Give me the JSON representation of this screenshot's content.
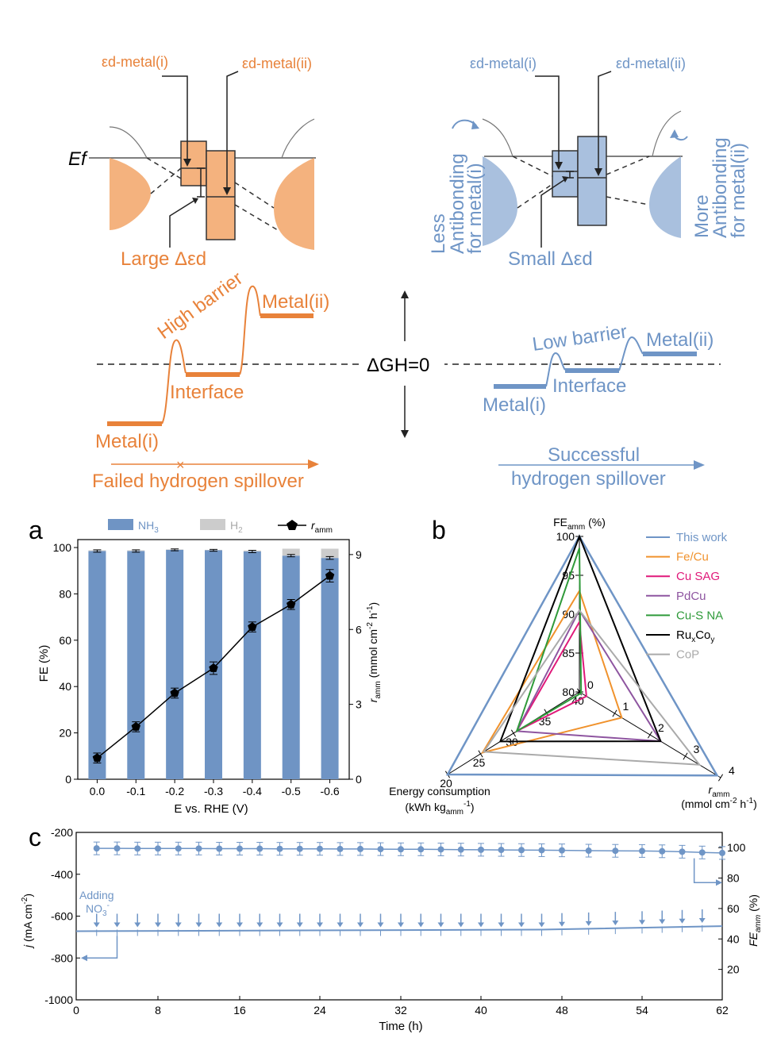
{
  "colors": {
    "orange": "#e8823a",
    "orange_fill": "#f4b27e",
    "blue": "#6f95c6",
    "blue_fill": "#a9c0de",
    "bar_blue": "#6f94c4",
    "bar_gray": "#cccccc",
    "black": "#000000"
  },
  "schematic": {
    "left": {
      "eps_i": "εd-metal(i)",
      "eps_ii": "εd-metal(ii)",
      "ef": "Ef",
      "delta_label": "Large Δεd",
      "barrier_label": "High barrier",
      "metal_ii": "Metal(ii)",
      "interface": "Interface",
      "metal_i": "Metal(i)",
      "result": "Failed hydrogen spillover"
    },
    "right": {
      "eps_i": "εd-metal(i)",
      "eps_ii": "εd-metal(ii)",
      "less_1": "Less",
      "less_2": "Antibonding",
      "less_3": "for metal(i)",
      "more_1": "More",
      "more_2": "Antibonding",
      "more_3": "for metal(ii)",
      "delta_label": "Small Δεd",
      "barrier_label": "Low barrier",
      "metal_ii": "Metal(ii)",
      "interface": "Interface",
      "metal_i": "Metal(i)",
      "result_1": "Successful",
      "result_2": "hydrogen spillover"
    },
    "center_label": "ΔGH=0"
  },
  "panel_letters": {
    "a": "a",
    "b": "b",
    "c": "c"
  },
  "chart_data": [
    {
      "id": "a",
      "type": "bar",
      "categories": [
        "0.0",
        "-0.1",
        "-0.2",
        "-0.3",
        "-0.4",
        "-0.5",
        "-0.6"
      ],
      "series": [
        {
          "name": "NH3",
          "values": [
            98.5,
            98.5,
            99.0,
            98.8,
            98.3,
            96.5,
            95.5
          ],
          "errors": [
            0.5,
            0.5,
            0.4,
            0.4,
            0.5,
            0.5,
            0.6
          ]
        },
        {
          "name": "H2",
          "values": [
            0.3,
            0.3,
            0.2,
            0.2,
            0.4,
            3.0,
            4.0
          ]
        }
      ],
      "line_series": {
        "name": "ramm",
        "values": [
          0.85,
          2.1,
          3.45,
          4.45,
          6.1,
          7.0,
          8.15
        ],
        "errors": [
          0.2,
          0.2,
          0.2,
          0.25,
          0.2,
          0.2,
          0.25
        ]
      },
      "xlabel": "E vs. RHE (V)",
      "ylabel": "FE (%)",
      "ylabel_right": "ramm (mmol cm-2 h-1)",
      "ylim": [
        0,
        100
      ],
      "ylim_right": [
        0,
        9.6
      ],
      "yticks": [
        0,
        20,
        40,
        60,
        80,
        100
      ],
      "yticks_right": [
        0,
        3,
        6,
        9
      ],
      "legend": [
        "NH3",
        "H2",
        "ramm"
      ]
    },
    {
      "id": "b",
      "type": "radar",
      "axes": [
        {
          "name": "FEamm (%)",
          "ticks": [
            "80",
            "85",
            "90",
            "95",
            "100"
          ],
          "range": [
            80,
            100
          ]
        },
        {
          "name": "ramm (mmol cm-2 h-1)",
          "ticks": [
            "0",
            "1",
            "2",
            "3",
            "4"
          ],
          "range": [
            0,
            4
          ]
        },
        {
          "name": "Energy consumption (kWh kgamm-1)",
          "ticks": [
            "40",
            "35",
            "30",
            "25",
            "20"
          ],
          "range": [
            40,
            20
          ]
        }
      ],
      "series": [
        {
          "name": "This work",
          "color": "#6f95c6",
          "values": [
            100,
            3.9,
            20.0
          ]
        },
        {
          "name": "Fe/Cu",
          "color": "#f0922c",
          "values": [
            93,
            1.2,
            25.3
          ]
        },
        {
          "name": "Cu SAG",
          "color": "#e0197a",
          "values": [
            89,
            0.2,
            30.5
          ]
        },
        {
          "name": "PdCu",
          "color": "#8e55a0",
          "values": [
            90.5,
            2.3,
            30.5
          ]
        },
        {
          "name": "Cu-S NA",
          "color": "#2f9a3a",
          "values": [
            98.5,
            0.05,
            30.5
          ]
        },
        {
          "name": "RuxCoy",
          "color": "#000000",
          "values": [
            100,
            2.3,
            28.0
          ]
        },
        {
          "name": "CoP",
          "color": "#aaaaaa",
          "values": [
            90.5,
            3.4,
            25.5
          ]
        }
      ]
    },
    {
      "id": "c",
      "type": "line",
      "x_ticks": [
        "0",
        "8",
        "16",
        "24",
        "32",
        "40",
        "48",
        "54",
        "62"
      ],
      "xlabel": "Time (h)",
      "ylabel": "j (mA cm-2)",
      "ylabel_right": "FEamm (%)",
      "yticks_left": [
        "-200",
        "-400",
        "-600",
        "-800",
        "-1000"
      ],
      "yticks_right": [
        "100",
        "80",
        "60",
        "40",
        "20"
      ],
      "ylim_left": [
        -1000,
        -200
      ],
      "ylim_right": [
        0,
        110
      ],
      "fe_series": {
        "name": "FEamm",
        "x": [
          2,
          4,
          6,
          8,
          10,
          12,
          14,
          16,
          18,
          20,
          22,
          24,
          26,
          28,
          30,
          32,
          34,
          36,
          38,
          40,
          42,
          44,
          46,
          48,
          50,
          52,
          54,
          56,
          58,
          60,
          62
        ],
        "values": [
          99.5,
          99.5,
          99.4,
          99.4,
          99.4,
          99.4,
          99.3,
          99.3,
          99.3,
          99.2,
          99.2,
          99.2,
          99.1,
          99.1,
          99.0,
          98.9,
          98.9,
          98.8,
          98.7,
          98.6,
          98.5,
          98.4,
          98.3,
          98.2,
          98.0,
          97.9,
          97.8,
          97.6,
          97.3,
          96.8,
          96.5
        ]
      },
      "j_series": {
        "name": "j",
        "start": -672,
        "end": -648
      },
      "annotation_1": "Adding",
      "annotation_2": "NO3-"
    }
  ]
}
